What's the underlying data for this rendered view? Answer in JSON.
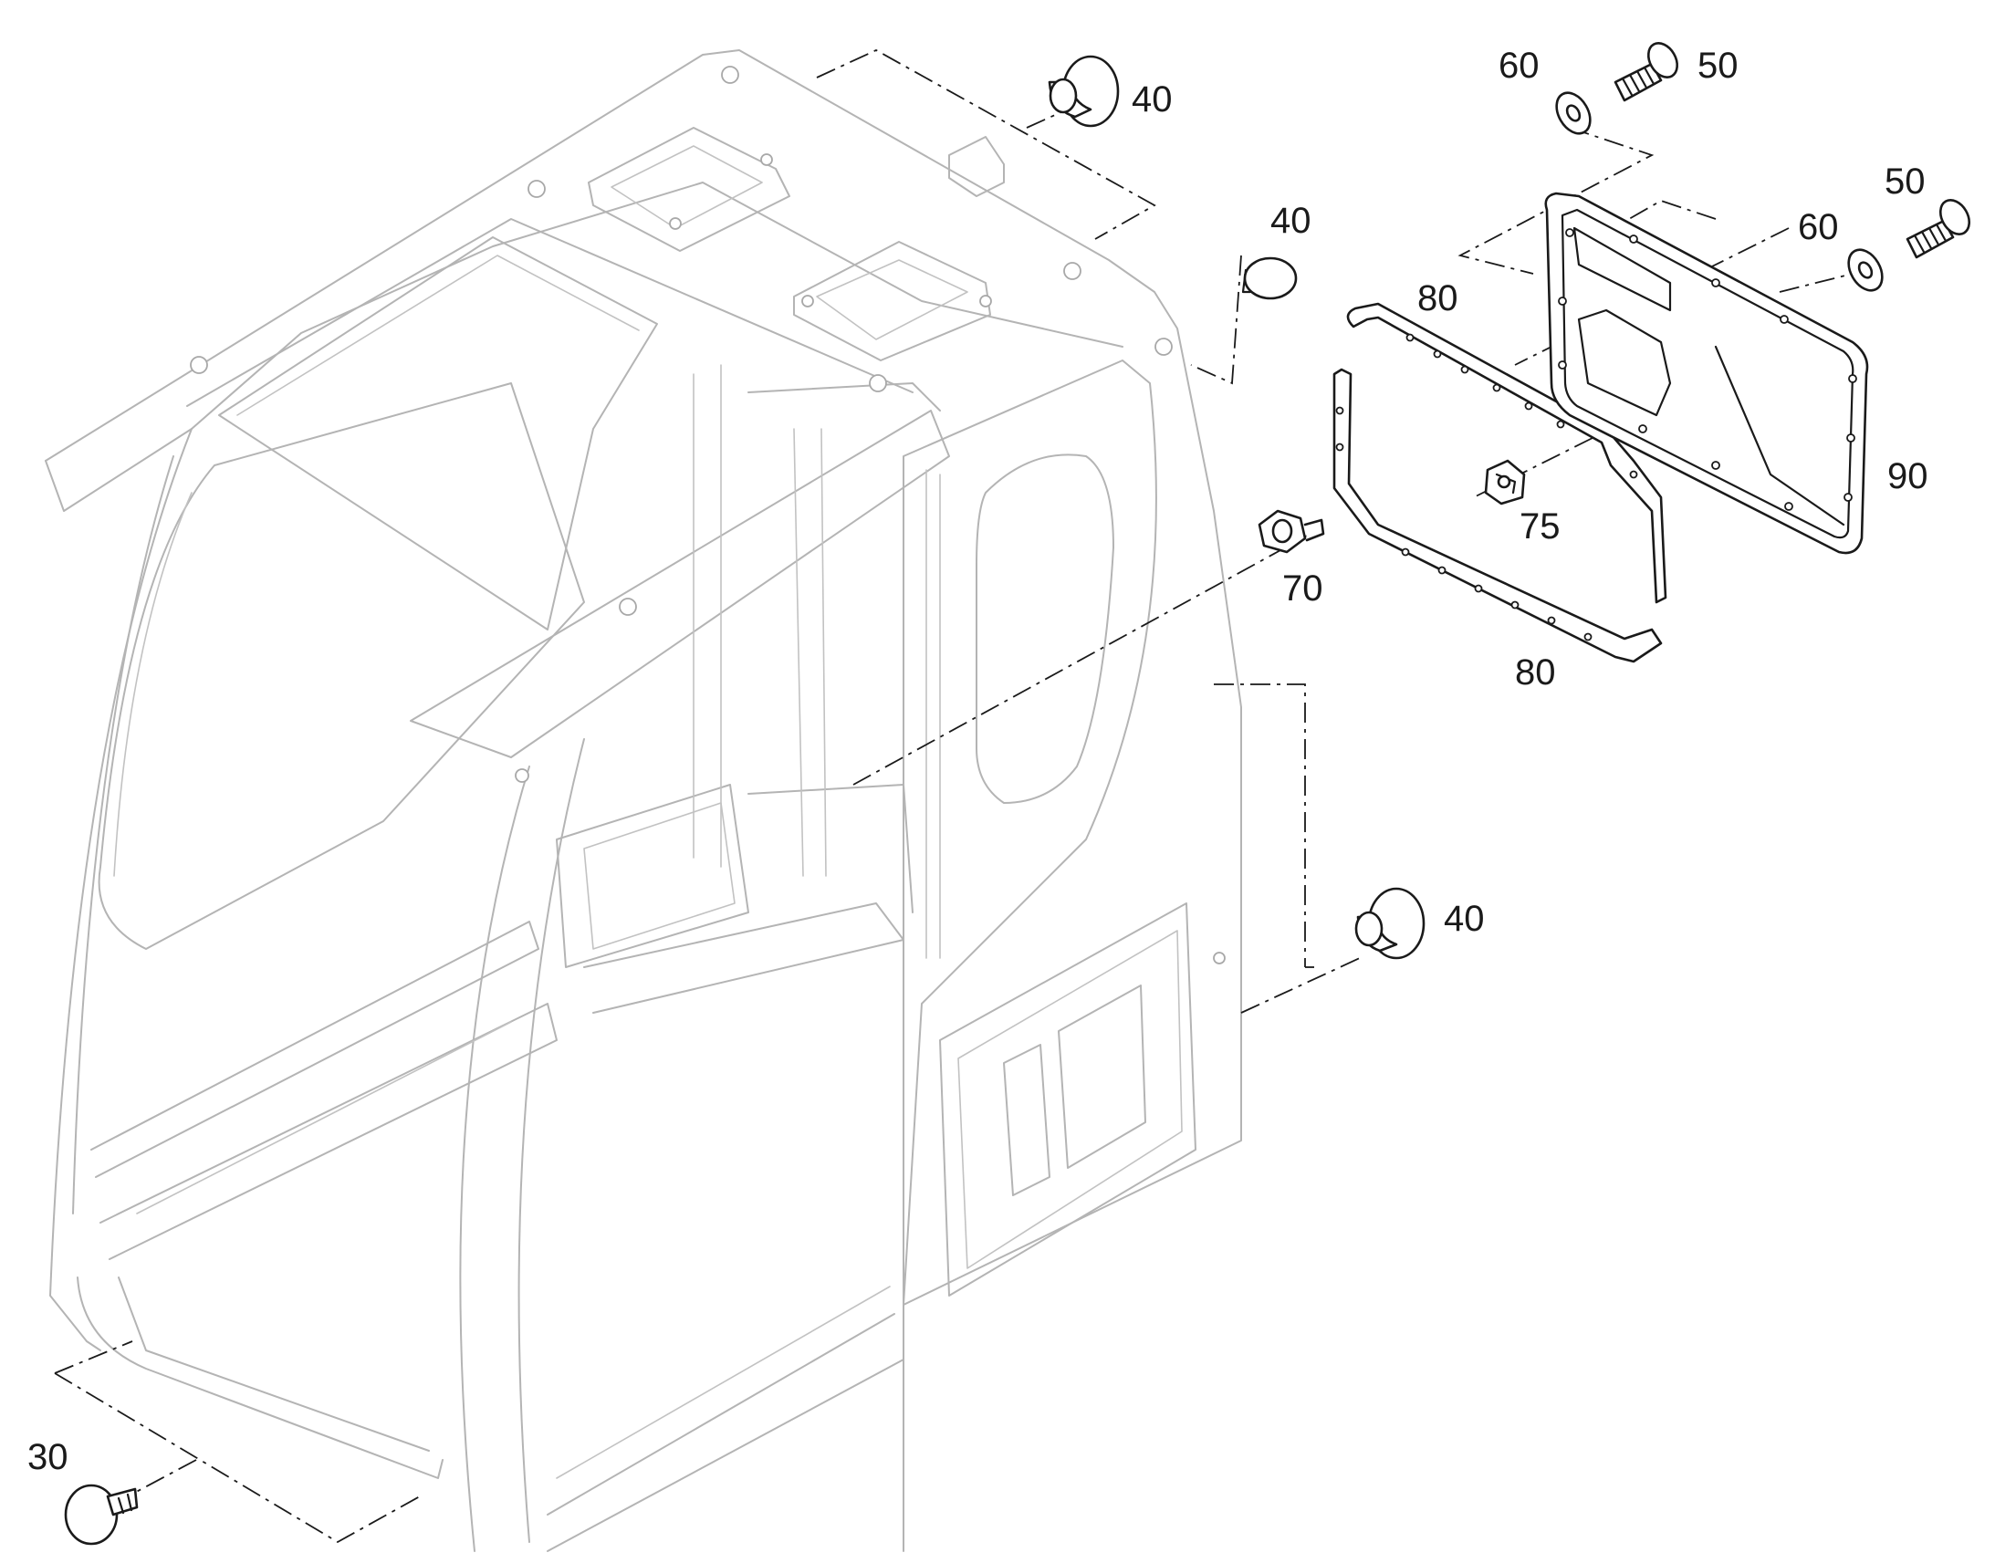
{
  "diagram": {
    "background": "#ffffff",
    "part_color": "#1a1a1a",
    "cab_color": "#b4b4b4",
    "callouts": [
      {
        "id": "callout-30",
        "text": "30",
        "part": "round plug with stem"
      },
      {
        "id": "callout-40-top",
        "text": "40",
        "part": "rubber grommet"
      },
      {
        "id": "callout-40-mid",
        "text": "40",
        "part": "round cap"
      },
      {
        "id": "callout-40-side",
        "text": "40",
        "part": "rubber grommet"
      },
      {
        "id": "callout-50-upper",
        "text": "50",
        "part": "screw"
      },
      {
        "id": "callout-50-lower",
        "text": "50",
        "part": "screw"
      },
      {
        "id": "callout-60-upper",
        "text": "60",
        "part": "washer"
      },
      {
        "id": "callout-60-lower",
        "text": "60",
        "part": "washer"
      },
      {
        "id": "callout-70",
        "text": "70",
        "part": "hex nut"
      },
      {
        "id": "callout-75",
        "text": "75",
        "part": "clip nut"
      },
      {
        "id": "callout-80-upper",
        "text": "80",
        "part": "gasket"
      },
      {
        "id": "callout-80-lower",
        "text": "80",
        "part": "gasket"
      },
      {
        "id": "callout-90",
        "text": "90",
        "part": "cover plate"
      }
    ]
  }
}
